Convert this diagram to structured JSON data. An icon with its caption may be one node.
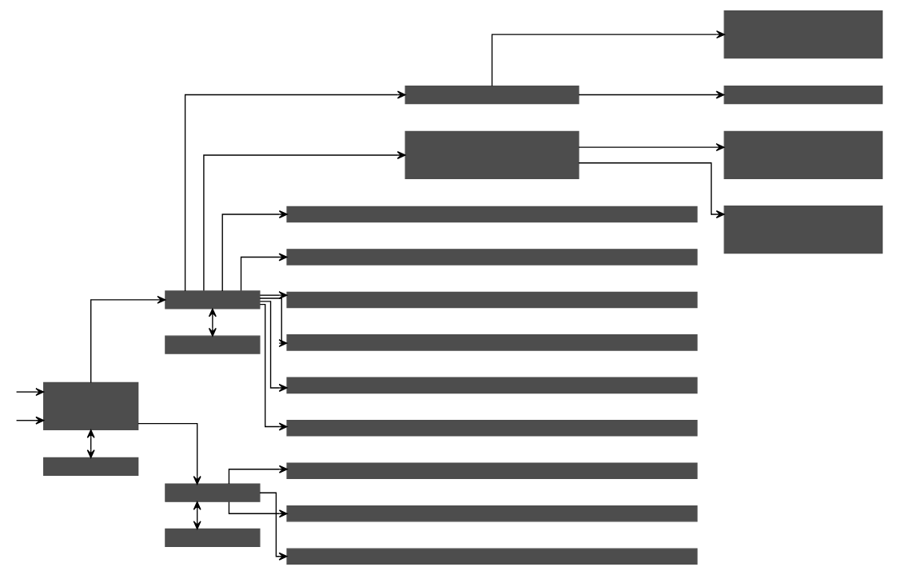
{
  "diagram": {
    "nodes": [
      {
        "text": [],
        "shape": "box"
      },
      {
        "text": [],
        "shape": "box"
      },
      {
        "text": [],
        "shape": "box"
      },
      {
        "text": [],
        "shape": "box"
      },
      {
        "text": [],
        "shape": "box"
      },
      {
        "text": [],
        "shape": "box"
      },
      {
        "text": [],
        "shape": "box"
      },
      {
        "text": [],
        "shape": "box"
      },
      {
        "text": [],
        "shape": "box"
      },
      {
        "text": [],
        "shape": "box"
      },
      {
        "text": [],
        "shape": "box"
      },
      {
        "text": [],
        "shape": "box"
      },
      {
        "text": [],
        "shape": "box"
      },
      {
        "text": [],
        "shape": "box"
      },
      {
        "text": [],
        "shape": "box"
      },
      {
        "text": [],
        "shape": "box"
      },
      {
        "text": [],
        "shape": "box"
      },
      {
        "text": [],
        "shape": "box"
      },
      {
        "text": [],
        "shape": "box"
      },
      {
        "text": [],
        "shape": "box"
      },
      {
        "text": [],
        "shape": "box"
      }
    ],
    "edges": [
      {
        "from": null,
        "to": 0,
        "arrow": "to"
      },
      {
        "from": null,
        "to": 0,
        "arrow": "to"
      },
      {
        "from": 0,
        "to": 1,
        "arrow": "both"
      },
      {
        "from": 0,
        "to": 2,
        "arrow": "to"
      },
      {
        "from": 0,
        "to": 4,
        "arrow": "to"
      },
      {
        "from": 2,
        "to": 3,
        "arrow": "both"
      },
      {
        "from": 4,
        "to": 5,
        "arrow": "both"
      },
      {
        "from": 2,
        "to": 6,
        "arrow": "to"
      },
      {
        "from": 2,
        "to": 7,
        "arrow": "to"
      },
      {
        "from": 2,
        "to": 8,
        "arrow": "to"
      },
      {
        "from": 2,
        "to": 9,
        "arrow": "to"
      },
      {
        "from": 2,
        "to": 10,
        "arrow": "to"
      },
      {
        "from": 2,
        "to": 11,
        "arrow": "to"
      },
      {
        "from": 2,
        "to": 12,
        "arrow": "to"
      },
      {
        "from": 2,
        "to": 13,
        "arrow": "to"
      },
      {
        "from": 4,
        "to": 14,
        "arrow": "to"
      },
      {
        "from": 4,
        "to": 15,
        "arrow": "to"
      },
      {
        "from": 4,
        "to": 16,
        "arrow": "to"
      },
      {
        "from": 6,
        "to": 17,
        "arrow": "to"
      },
      {
        "from": 6,
        "to": 18,
        "arrow": "to"
      },
      {
        "from": 7,
        "to": 19,
        "arrow": "to"
      },
      {
        "from": 7,
        "to": 20,
        "arrow": "to"
      }
    ]
  }
}
